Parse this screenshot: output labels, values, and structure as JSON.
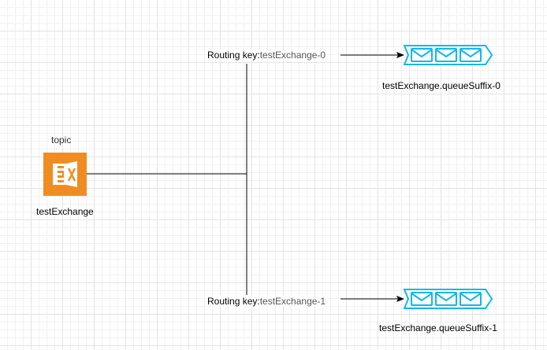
{
  "exchange": {
    "type_label": "topic",
    "name": "testExchange",
    "color": "#ef8d22"
  },
  "bindings": [
    {
      "routing_prefix": "Routing key:",
      "routing_key": "testExchange-0",
      "queue_name": "testExchange.queueSuffix-0"
    },
    {
      "routing_prefix": "Routing key:",
      "routing_key": "testExchange-1",
      "queue_name": "testExchange.queueSuffix-1"
    }
  ],
  "queue_color": "#11b8e8",
  "icons": {
    "exchange": "exchange-server-icon",
    "queue": "message-queue-icon"
  }
}
